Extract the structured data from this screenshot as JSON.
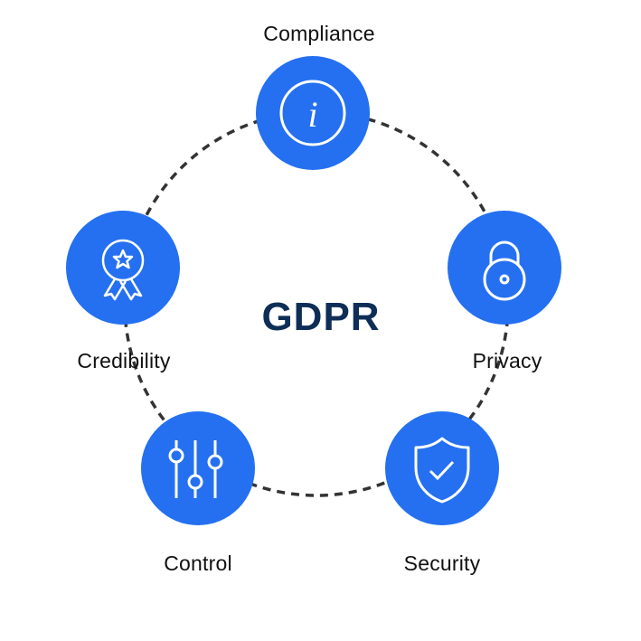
{
  "title": "GDPR",
  "nodes": [
    {
      "label": "Compliance",
      "icon": "info-icon"
    },
    {
      "label": "Privacy",
      "icon": "padlock-icon"
    },
    {
      "label": "Security",
      "icon": "shield-check-icon"
    },
    {
      "label": "Control",
      "icon": "sliders-icon"
    },
    {
      "label": "Credibility",
      "icon": "award-ribbon-icon"
    }
  ],
  "colors": {
    "node": "#2470F1",
    "title": "#0E2E57",
    "connector": "#333333"
  }
}
